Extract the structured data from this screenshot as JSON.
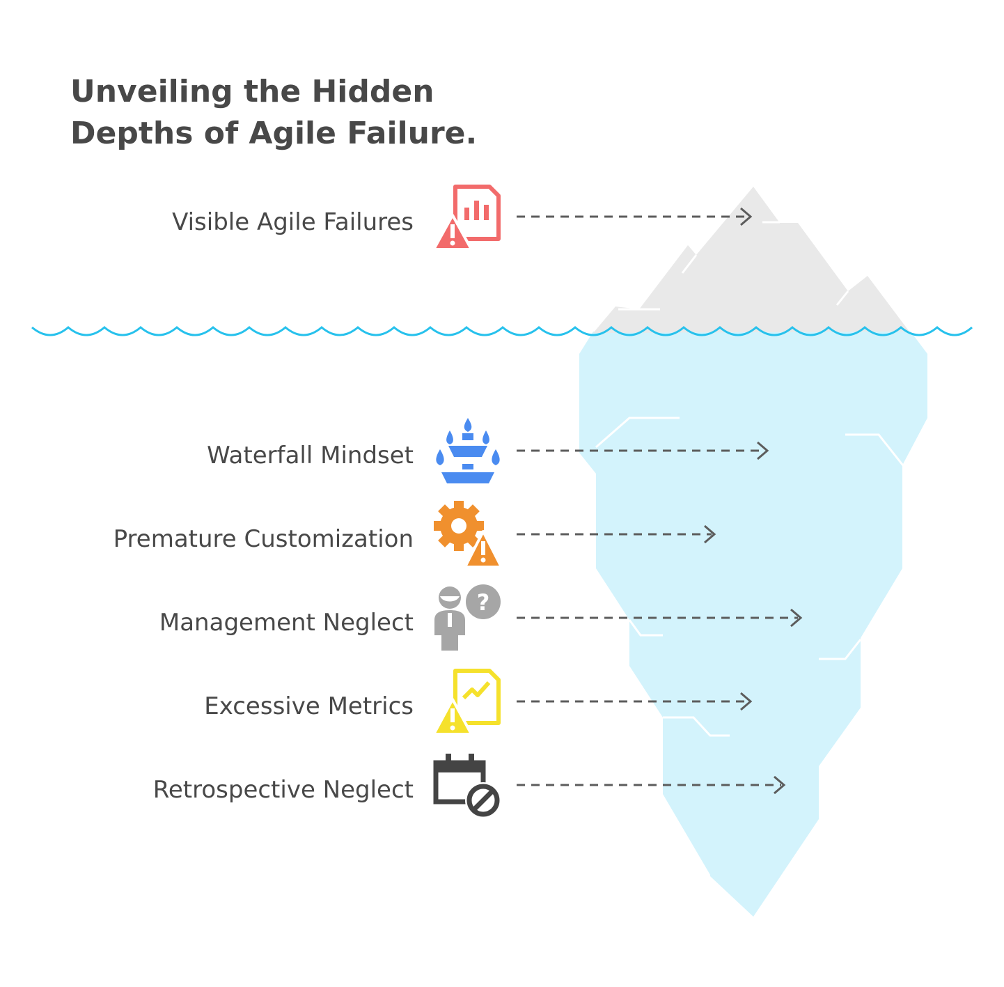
{
  "title": {
    "line1": "Unveiling the Hidden",
    "line2": "Depths of Agile Failure."
  },
  "items": [
    {
      "label": "Visible Agile Failures",
      "icon": "report-warning-icon",
      "color": "#f26b6b",
      "zone": "above-water"
    },
    {
      "label": "Waterfall Mindset",
      "icon": "fountain-icon",
      "color": "#4a8bf0",
      "zone": "below-water"
    },
    {
      "label": "Premature Customization",
      "icon": "gear-warning-icon",
      "color": "#f0902e",
      "zone": "below-water"
    },
    {
      "label": "Management Neglect",
      "icon": "person-question-icon",
      "color": "#a6a6a6",
      "zone": "below-water"
    },
    {
      "label": "Excessive Metrics",
      "icon": "chart-warning-icon",
      "color": "#f5e12c",
      "zone": "below-water"
    },
    {
      "label": "Retrospective Neglect",
      "icon": "calendar-blocked-icon",
      "color": "#444444",
      "zone": "below-water"
    }
  ],
  "colors": {
    "iceberg_top": "#e9e9e9",
    "iceberg_bottom": "#d3f3fc",
    "water_line": "#27c1ec",
    "text": "#484848",
    "arrow": "#5c5c5c"
  }
}
